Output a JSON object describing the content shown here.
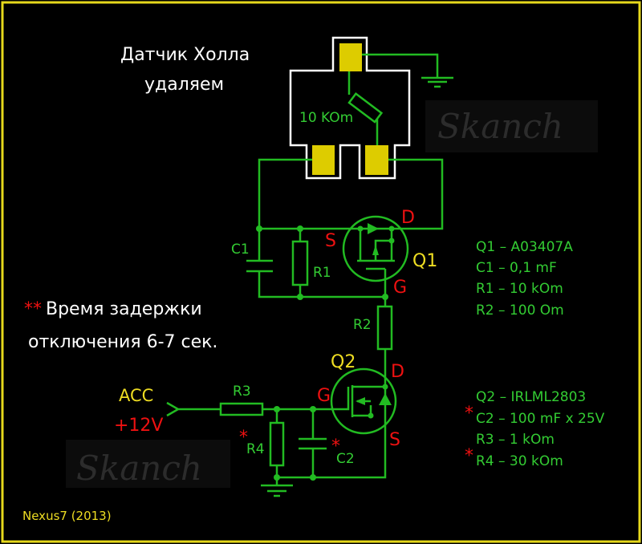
{
  "title": {
    "line1": "Датчик Холла",
    "line2": "удаляем"
  },
  "sensor": {
    "resistor_label": "10 KOm"
  },
  "labels": {
    "q1": "Q1",
    "q1_s": "S",
    "q1_d": "D",
    "q1_g": "G",
    "q2": "Q2",
    "q2_s": "S",
    "q2_d": "D",
    "q2_g": "G",
    "c1": "C1",
    "r1": "R1",
    "r2": "R2",
    "r3": "R3",
    "r4": "R4",
    "c2": "C2",
    "acc": "ACC",
    "voltage": "+12V",
    "asterisk": "*"
  },
  "note": {
    "stars": "**",
    "line1": "Время задержки",
    "line2": "отключения 6-7 сек."
  },
  "parts_list": [
    {
      "mark": "",
      "text": "Q1 – A03407A"
    },
    {
      "mark": "",
      "text": "C1 – 0,1 mF"
    },
    {
      "mark": "",
      "text": "R1 –  10 kOm"
    },
    {
      "mark": "",
      "text": "R2 –  100 Om"
    },
    {
      "mark": "",
      "text": "Q2 – IRLML2803"
    },
    {
      "mark": "*",
      "text": "C2 – 100 mF x 25V"
    },
    {
      "mark": "",
      "text": "R3 – 1 kOm"
    },
    {
      "mark": "*",
      "text": "R4 –  30 kOm"
    }
  ],
  "footer": "Nexus7 (2013)",
  "watermark": "Skanch",
  "colors": {
    "wire": "#22bb22",
    "pin": "#ee1111",
    "part": "#eedd22",
    "pad": "#ddcc00"
  }
}
